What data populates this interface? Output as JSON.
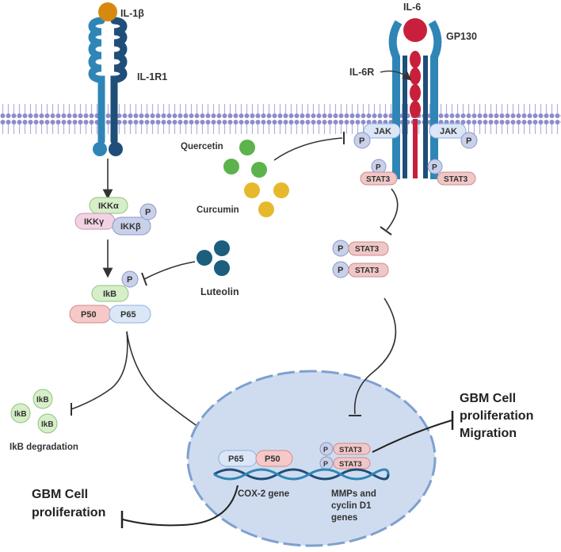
{
  "labels": {
    "il1b": "IL-1β",
    "il1r1": "IL-1R1",
    "il6": "IL-6",
    "gp130": "GP130",
    "il6r": "IL-6R",
    "quercetin": "Quercetin",
    "curcumin": "Curcumin",
    "luteolin": "Luteolin",
    "ikb_degradation": "IkB degradation",
    "cox2_gene": "COX-2 gene",
    "mmps_line1": "MMPs and",
    "mmps_line2": "cyclin D1",
    "mmps_line3": "genes"
  },
  "pills": {
    "ikka": "IKKα",
    "ikky": "IKKγ",
    "ikkb": "IKKβ",
    "p": "P",
    "ikb": "IkB",
    "p50": "P50",
    "p65": "P65",
    "jak": "JAK",
    "stat3": "STAT3"
  },
  "outcomes": {
    "right_line1": "GBM Cell",
    "right_line2": "proliferation",
    "right_line3": "Migration",
    "left_line1": "GBM Cell",
    "left_line2": "proliferation"
  },
  "colors": {
    "membrane": "#8e8cc9",
    "receptor_blue": "#2f86b6",
    "receptor_dark": "#1f4e79",
    "il6_red": "#c8203c",
    "il1b_orange": "#d58a0f",
    "quercetin_green": "#5cb34c",
    "curcumin_yellow": "#e6b92d",
    "luteolin_teal": "#1b5e7e",
    "nucleus_fill": "#cfdcef",
    "nucleus_border": "#7ea0cf"
  },
  "icons": [
    "il1b-ligand-icon",
    "il6-ligand-icon",
    "molecule-icon",
    "dna-icon",
    "inhibition-arrow-icon"
  ]
}
